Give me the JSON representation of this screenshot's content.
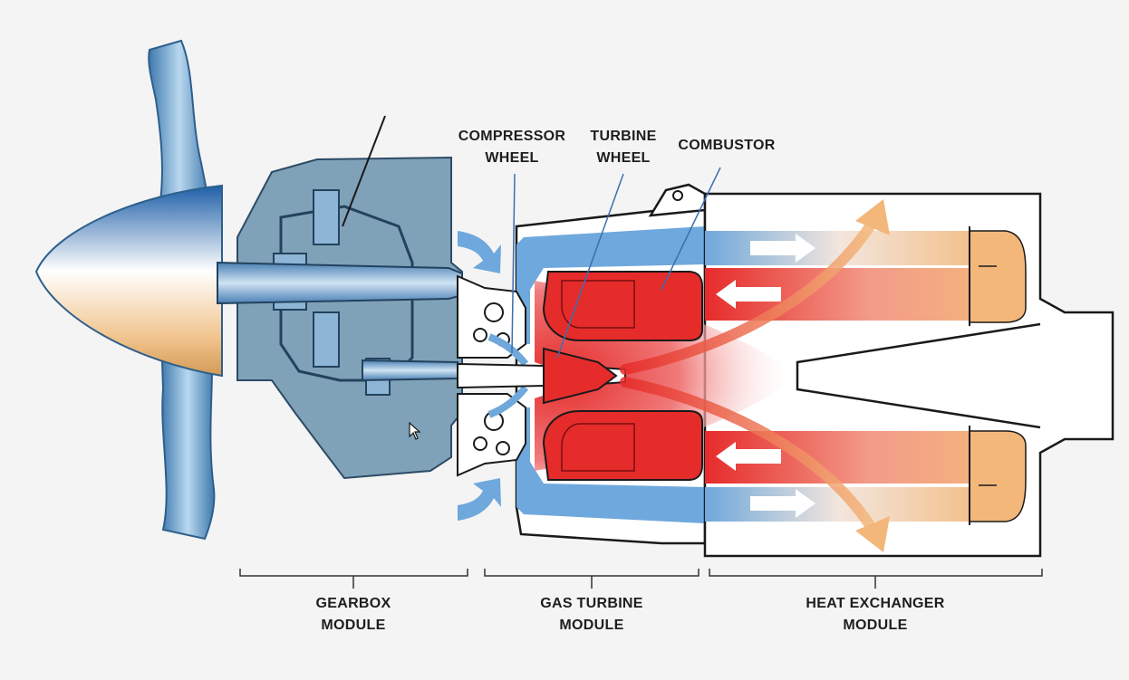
{
  "labels": {
    "compressor_wheel": [
      "COMPRESSOR",
      "WHEEL"
    ],
    "turbine_wheel": [
      "TURBINE",
      "WHEEL"
    ],
    "combustor": [
      "COMBUSTOR"
    ]
  },
  "modules": {
    "gearbox": [
      "GEARBOX",
      "MODULE"
    ],
    "gas_turbine": [
      "GAS TURBINE",
      "MODULE"
    ],
    "heat_exchanger": [
      "HEAT EXCHANGER",
      "MODULE"
    ]
  },
  "colors": {
    "background": "#f4f4f4",
    "steel_blue": "#5f97c8",
    "gearbox_fill": "#6b93ad",
    "cold_air_blue": "#6fa8dc",
    "hot_red": "#e62b2b",
    "warm_orange": "#f3b77a",
    "outline": "#1a1a1a"
  },
  "icons": {
    "cursor": "mouse-pointer-icon",
    "flow_arrow": "arrow-icon"
  }
}
